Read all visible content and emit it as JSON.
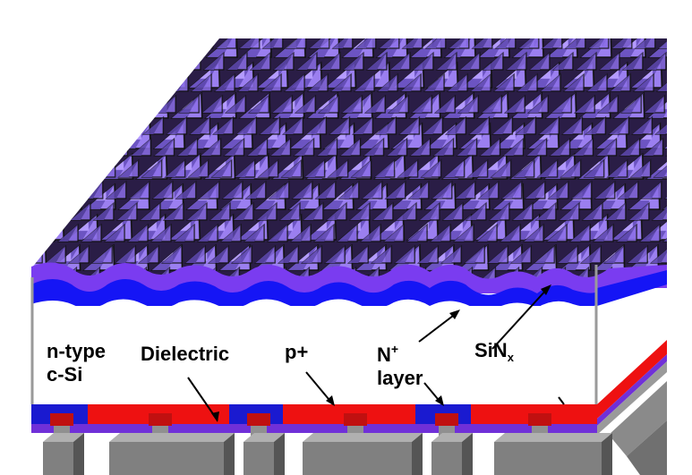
{
  "diagram": {
    "labels": {
      "n_type_line1": "n-type",
      "n_type_line2": "c-Si",
      "dielectric": "Dielectric",
      "p_plus": "p+",
      "n_plus_main": "N",
      "n_plus_sup": "+",
      "n_plus_line2": "layer",
      "sinx_main": "SiN",
      "sinx_sub": "x"
    },
    "colors": {
      "pyramid_fill": "#9b7ff0",
      "pyramid_dark": "#1a1030",
      "texture_bg": "#2a1d46",
      "sinx_layer": "#7a3cf0",
      "n_plus_layer": "#1515f5",
      "p_plus_region": "#ee1111",
      "n_plus_region": "#1a1ad0",
      "dielectric": "#7030d8",
      "contact_gray": "#808080",
      "contact_dark": "#555555",
      "contact_light": "#b0b0b0",
      "contact_pad": "#c01010",
      "wafer": "#ffffff"
    }
  }
}
